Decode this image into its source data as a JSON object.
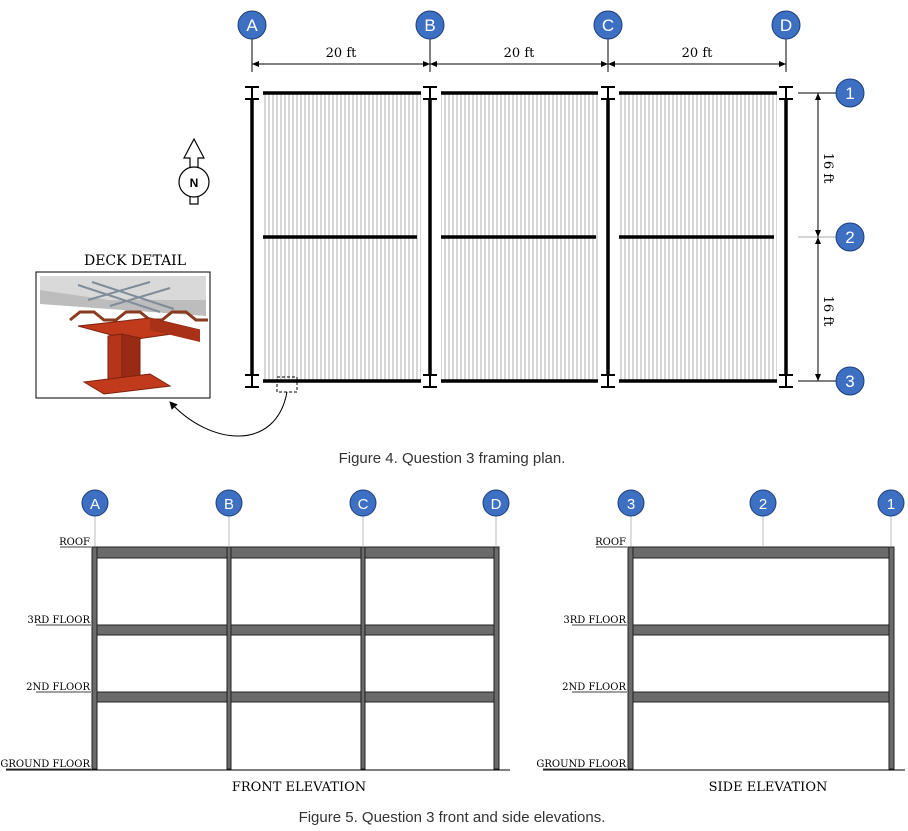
{
  "plan": {
    "grid_x": [
      "A",
      "B",
      "C",
      "D"
    ],
    "grid_y": [
      "1",
      "2",
      "3"
    ],
    "dim_x": [
      "20 ft",
      "20 ft",
      "20 ft"
    ],
    "dim_y": [
      "16 ft",
      "16 ft"
    ],
    "north_label": "N",
    "deck_detail_label": "DECK DETAIL"
  },
  "figure4_caption": "Figure 4.  Question 3 framing plan.",
  "front_elevation": {
    "grid": [
      "A",
      "B",
      "C",
      "D"
    ],
    "levels": [
      "ROOF",
      "3RD FLOOR",
      "2ND FLOOR",
      "GROUND FLOOR"
    ],
    "title": "FRONT ELEVATION"
  },
  "side_elevation": {
    "grid": [
      "3",
      "2",
      "1"
    ],
    "levels": [
      "ROOF",
      "3RD FLOOR",
      "2ND FLOOR",
      "GROUND FLOOR"
    ],
    "title": "SIDE ELEVATION"
  },
  "figure5_caption": "Figure 5. Question 3 front and side elevations.",
  "colors": {
    "bubble": "#3d6fc2",
    "beam": "#6b6b6b",
    "line": "#000000",
    "steel_red": "#c23a1c"
  }
}
